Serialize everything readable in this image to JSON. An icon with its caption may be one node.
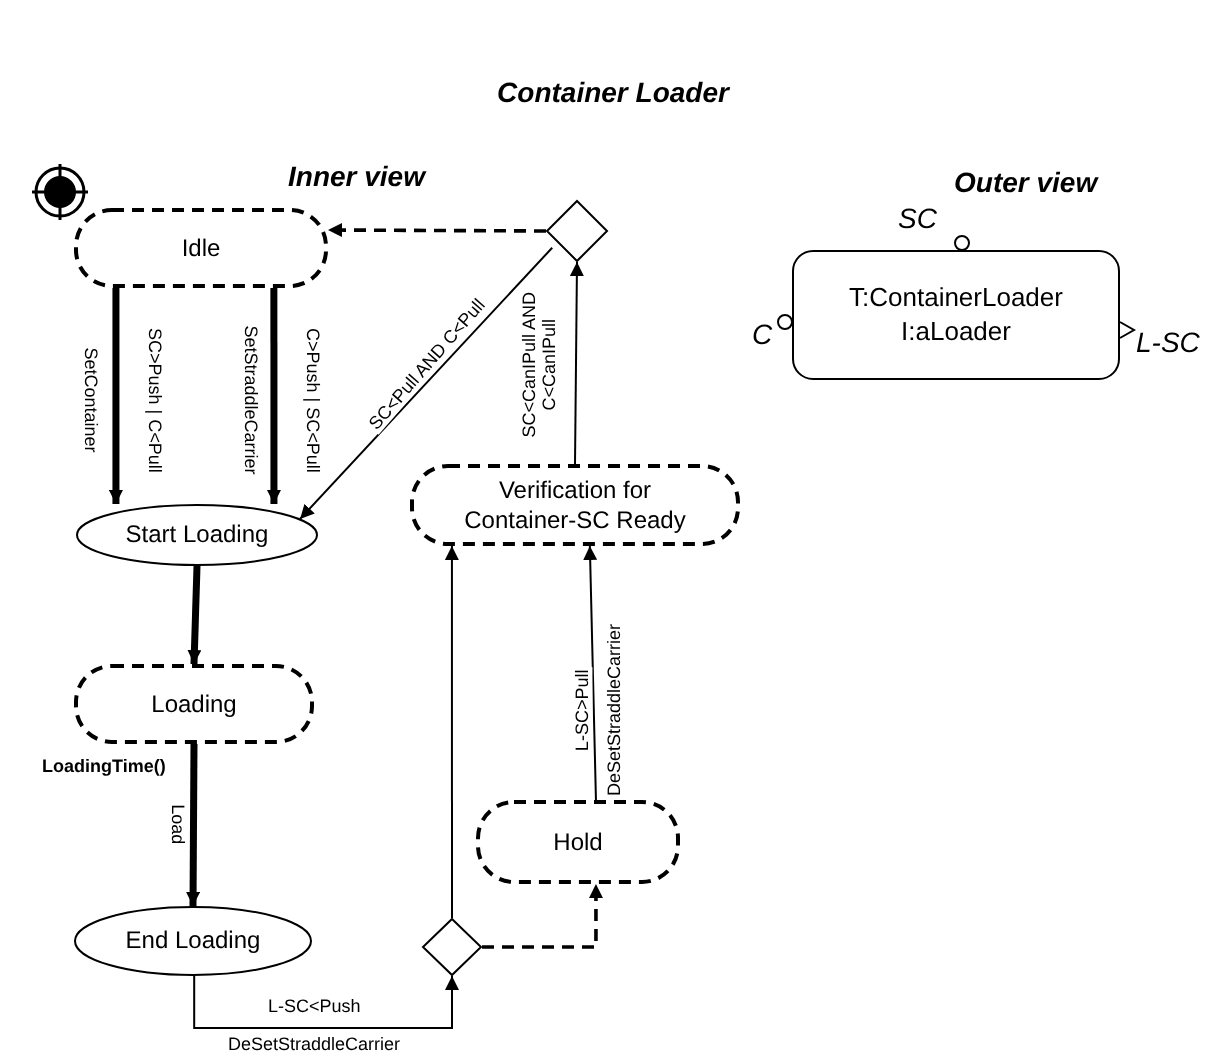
{
  "diagram": {
    "title": "Container Loader",
    "nodes": [
      {
        "text": [
          "Idle"
        ]
      },
      {
        "text": [
          "Start Loading"
        ]
      },
      {
        "text": [
          "Loading"
        ]
      },
      {
        "text": [
          "End Loading"
        ]
      },
      {
        "text": [],
        "shape": "diamond"
      },
      {
        "text": [
          "Verification for Container-SC Ready"
        ]
      },
      {
        "text": [
          "Hold"
        ]
      },
      {
        "text": [],
        "shape": "diamond"
      },
      {
        "text": [
          "T:ContainerLoader",
          "I:aLoader"
        ],
        "beside": [
          "SC",
          "C",
          "L-SC"
        ]
      }
    ],
    "edges": [
      {
        "from": 0,
        "to": 1,
        "arrow": "to",
        "label": "SC>Push | C<Pull",
        "style": "thick"
      },
      {
        "from": 0,
        "to": 1,
        "arrow": "to",
        "label": "C>Push | SC<Pull",
        "style": "thick"
      },
      {
        "from": 4,
        "to": 1,
        "arrow": "to",
        "label": "SC<Pull AND C<Pull"
      },
      {
        "from": 4,
        "to": 0,
        "arrow": "to",
        "style": "dashed"
      },
      {
        "from": 5,
        "to": 4,
        "arrow": "to",
        "label": "SC<CanIPull AND C<CanIPull"
      },
      {
        "from": 1,
        "to": 2,
        "arrow": "to",
        "style": "thick"
      },
      {
        "from": 2,
        "to": 3,
        "arrow": "to",
        "label": "Load",
        "style": "thick"
      },
      {
        "from": 3,
        "to": 7,
        "arrow": "to",
        "label": "L-SC<Push"
      },
      {
        "from": 7,
        "to": 5,
        "arrow": "to"
      },
      {
        "from": 7,
        "to": 6,
        "arrow": "to",
        "style": "dashed"
      },
      {
        "from": 6,
        "to": 5,
        "arrow": "to",
        "label": "L-SC>Pull"
      }
    ],
    "labels": [
      "Inner view",
      "Outer view",
      "SetContainer",
      "SetStraddleCarrier",
      "LoadingTime()",
      "DeSetStraddleCarrier",
      "DeSetStraddleCarrier"
    ]
  }
}
